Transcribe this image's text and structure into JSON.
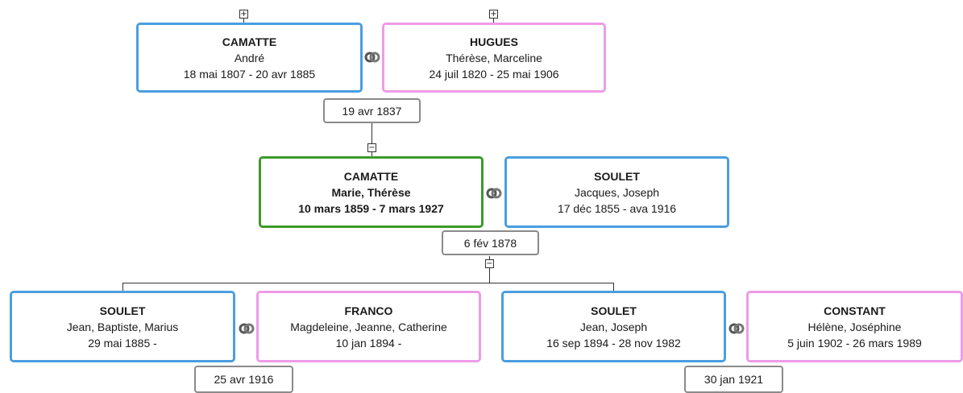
{
  "generation1": {
    "husband": {
      "surname": "CAMATTE",
      "given": "André",
      "dates": "18 mai 1807 - 20 avr 1885",
      "expand_icon": "plus-icon"
    },
    "wife": {
      "surname": "HUGUES",
      "given": "Thérèse, Marceline",
      "dates": "24 juil 1820 - 25 mai 1906",
      "expand_icon": "plus-icon"
    },
    "marriage_date": "19 avr 1837"
  },
  "generation2": {
    "focus": {
      "surname": "CAMATTE",
      "given": "Marie, Thérèse",
      "dates": "10 mars 1859 - 7 mars 1927",
      "collapse_icon": "minus-icon"
    },
    "spouse": {
      "surname": "SOULET",
      "given": "Jacques, Joseph",
      "dates": "17 déc 1855 - ava 1916"
    },
    "marriage_date": "6 fév 1878"
  },
  "generation3": {
    "child1": {
      "surname": "SOULET",
      "given": "Jean, Baptiste, Marius",
      "dates": "29 mai 1885 -"
    },
    "child1_spouse": {
      "surname": "FRANCO",
      "given": "Magdeleine, Jeanne, Catherine",
      "dates": "10 jan 1894 -"
    },
    "child1_marriage_date": "25 avr 1916",
    "child2": {
      "surname": "SOULET",
      "given": "Jean, Joseph",
      "dates": "16 sep 1894 - 28 nov 1982"
    },
    "child2_spouse": {
      "surname": "CONSTANT",
      "given": "Hélène, Joséphine",
      "dates": "5 juin 1902 - 26 mars 1989"
    },
    "child2_marriage_date": "30 jan 1921"
  },
  "colors": {
    "male": "#4a9ee0",
    "female": "#ee9be8",
    "focus": "#3c9a2a",
    "date_border": "#8a8a8a"
  },
  "icons": {
    "toggle_expand": "+",
    "toggle_collapse": "−",
    "marriage": "rings-icon"
  }
}
